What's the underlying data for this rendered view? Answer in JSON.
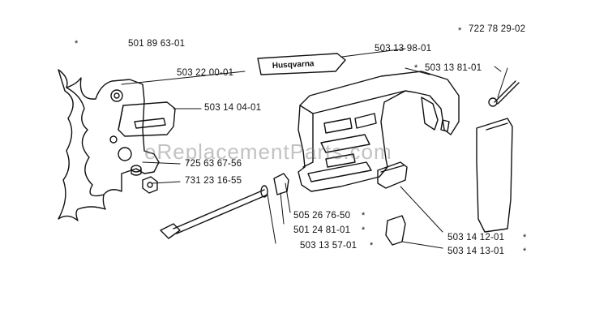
{
  "watermark": "eReplacementParts.com",
  "brand_text": "Husqvarna",
  "star": "*",
  "labels": {
    "p50189631": "501 89 63-01",
    "p50313981": "503 13 98-01",
    "p72278292": "722 78 29-02",
    "p50322001": "503 22 00-01",
    "p50313811": "503 13 81-01",
    "p50314041": "503 14 04-01",
    "p72563675": "725 63 67-56",
    "p73123165": "731 23 16-55",
    "p50526765": "505 26 76-50",
    "p50124811": "501 24 81-01",
    "p50313571": "503 13 57-01",
    "p50314121": "503 14 12-01",
    "p50314131": "503 14 13-01"
  }
}
